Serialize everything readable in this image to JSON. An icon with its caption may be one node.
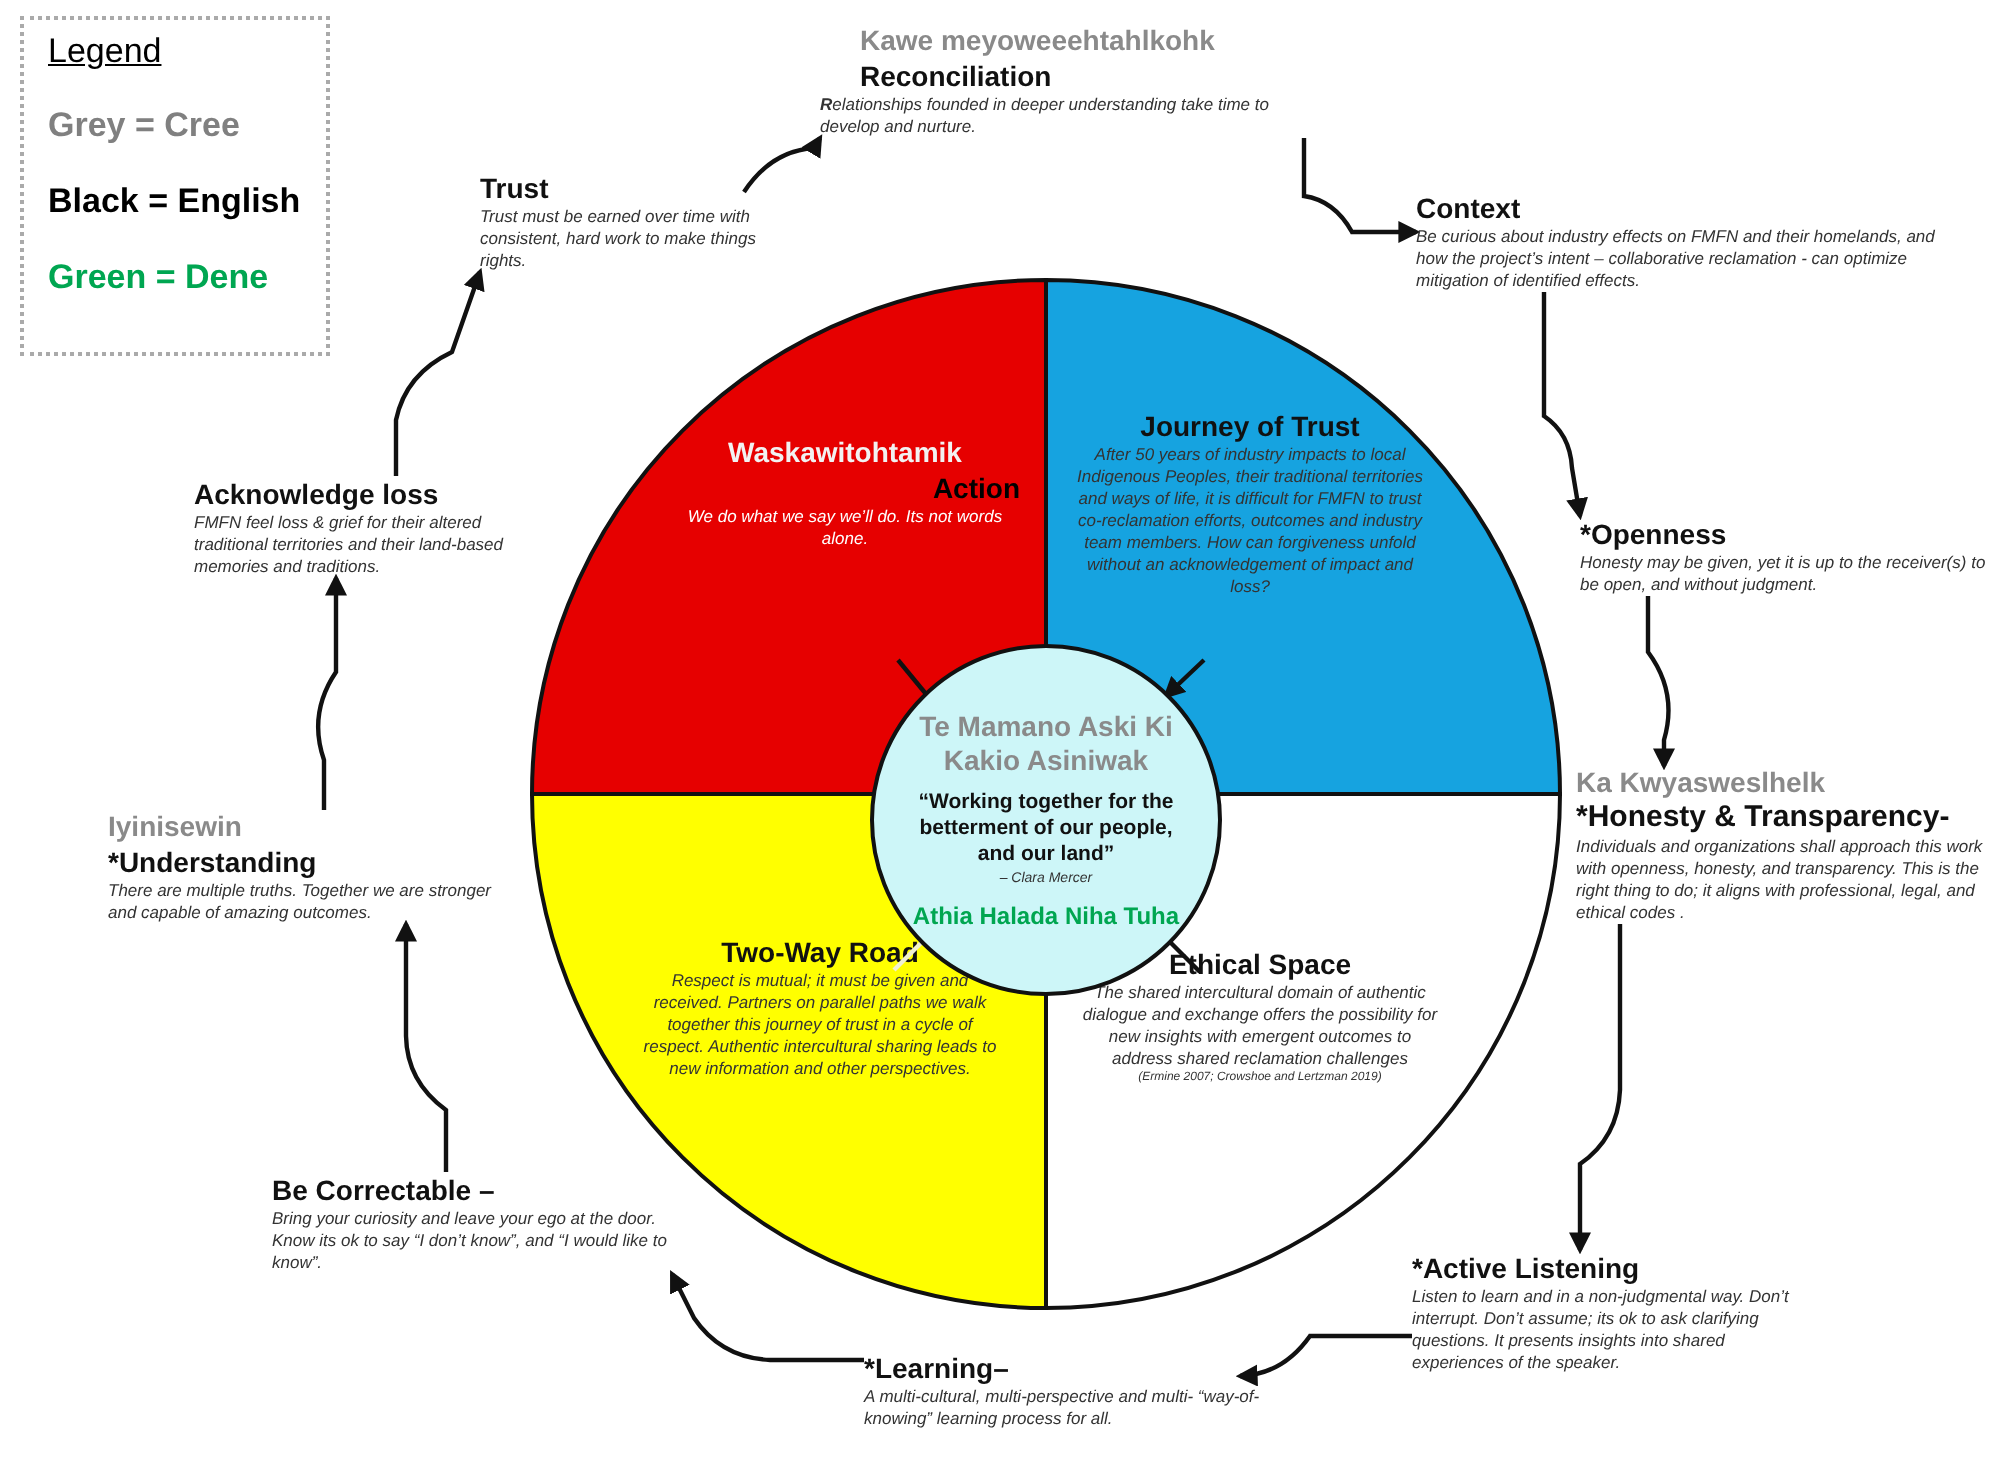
{
  "diagram": {
    "nodes": [
      {
        "text": [
          "Trust",
          "Trust must be earned over time with consistent, hard work to make things rights."
        ]
      },
      {
        "text": [
          "Kawe meyoweeehtahlkohk",
          "Reconciliation",
          "**R**elationships founded in deeper understanding take time to develop and nurture."
        ]
      },
      {
        "text": [
          "Context",
          "Be curious about industry effects on FMFN and their homelands, and how the project’s intent – collaborative reclamation - can optimize mitigation of identified effects."
        ]
      },
      {
        "text": [
          "*Openness",
          "Honesty may be given, yet it is up to the receiver(s) to be open, and without judgment."
        ]
      },
      {
        "text": [
          "Ka Kwyasweslhelk",
          "*Honesty & Transparency-",
          "Individuals and organizations shall approach this work with openness, honesty, and transparency. This is the right thing to do; it aligns with professional, legal, and ethical codes ."
        ]
      },
      {
        "text": [
          "*Active Listening",
          "Listen to learn and in a non-judgmental way. Don’t interrupt. Don’t assume; its ok to ask clarifying questions. It presents insights into shared experiences of the speaker."
        ]
      },
      {
        "text": [
          "*Learning–",
          "A multi-cultural, multi-perspective and multi- “way-of-knowing” learning process for all."
        ]
      },
      {
        "text": [
          "Be Correctable –",
          "Bring your curiosity and leave your ego at the door. Know its ok to say “I don’t know”, and “I would like to know”."
        ]
      },
      {
        "text": [
          "Iyinisewin",
          "*Understanding",
          "There are multiple truths. Together we are stronger and capable of amazing outcomes."
        ]
      },
      {
        "text": [
          "Acknowledge loss",
          "FMFN feel loss & grief for their altered traditional territories and their land-based memories and traditions."
        ]
      },
      {
        "text": [
          "Waskawitohtamik",
          "Action",
          "We do what we say we’ll do. Its not words alone."
        ]
      },
      {
        "text": [
          "Journey of Trust",
          "After 50 years of industry impacts to local Indigenous Peoples, their traditional territories and ways of life, it is difficult for FMFN to trust co-reclamation efforts, outcomes and industry team members. How can forgiveness unfold without an acknowledgement of impact and loss?"
        ]
      },
      {
        "text": [
          "Two-Way Road",
          "Respect is mutual; it must be given and received. Partners on parallel paths we walk together this journey of trust in a cycle of respect. Authentic intercultural sharing leads to new information and other perspectives."
        ]
      },
      {
        "text": [
          "Ethical Space",
          "The shared intercultural domain of authentic dialogue and exchange offers the possibility for new insights with emergent outcomes to address shared reclamation challenges",
          "(Ermine 2007; Crowshoe and Lertzman 2019)"
        ]
      },
      {
        "text": [
          "Te Mamano Aski Ki Kakio Asiniwak",
          "“Working together for the betterment of our people, and our land”",
          "– Clara Mercer",
          "Athia Halada Niha Tuha"
        ]
      }
    ],
    "edges": [
      {
        "from": 0,
        "to": 1,
        "arrow": "to"
      },
      {
        "from": 1,
        "to": 2,
        "arrow": "to"
      },
      {
        "from": 2,
        "to": 3,
        "arrow": "to"
      },
      {
        "from": 3,
        "to": 4,
        "arrow": "to"
      },
      {
        "from": 4,
        "to": 5,
        "arrow": "to"
      },
      {
        "from": 5,
        "to": 6,
        "arrow": "to"
      },
      {
        "from": 6,
        "to": 7,
        "arrow": "to"
      },
      {
        "from": 7,
        "to": 8,
        "arrow": "to"
      },
      {
        "from": 8,
        "to": 9,
        "arrow": "to"
      },
      {
        "from": 9,
        "to": 0,
        "arrow": "to"
      },
      {
        "from": 10,
        "to": 14,
        "arrow": "none"
      },
      {
        "from": 11,
        "to": 14,
        "arrow": "to"
      },
      {
        "from": 12,
        "to": 14,
        "arrow": "none",
        "color": "#f0f0d0"
      },
      {
        "from": 13,
        "to": 14,
        "arrow": "none"
      }
    ],
    "labels": [
      "Legend"
    ],
    "legend": [
      {
        "text": "Grey = Cree",
        "color": "#808080"
      },
      {
        "text": "Black = English",
        "color": "#000000"
      },
      {
        "text": "Green = Dene",
        "color": "#00a651"
      }
    ]
  }
}
